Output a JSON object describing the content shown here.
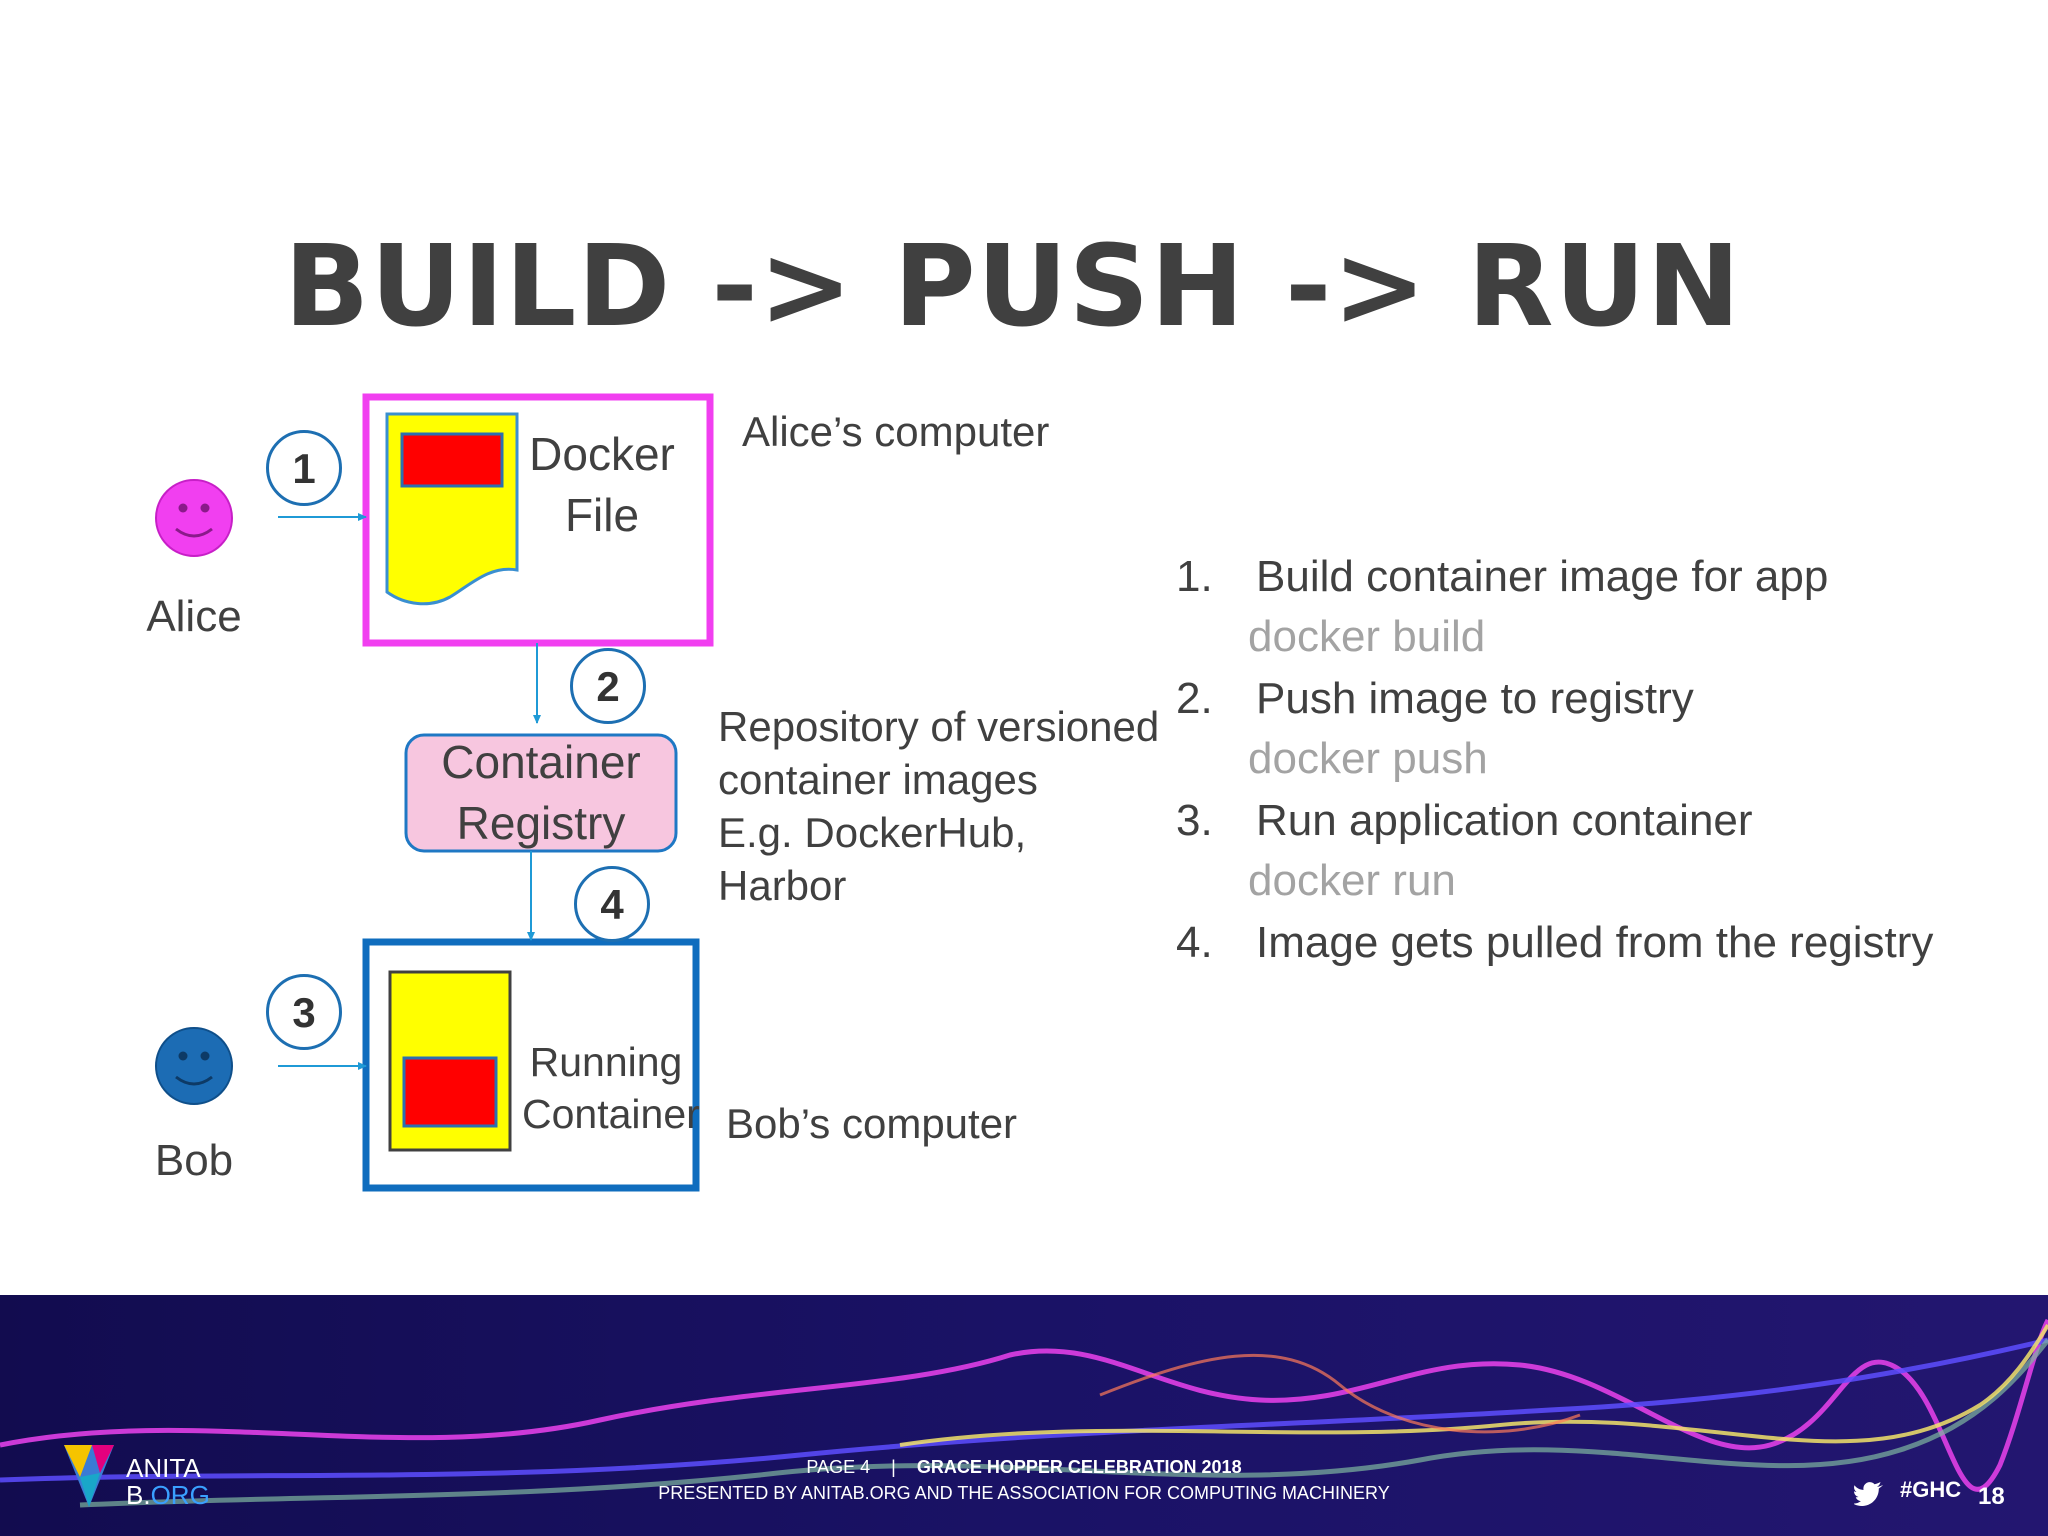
{
  "slide": {
    "title": "BUILD -> PUSH -> RUN"
  },
  "people": {
    "alice": "Alice",
    "bob": "Bob"
  },
  "boxes": {
    "docker_file_line1": "Docker",
    "docker_file_line2": "File",
    "registry_line1": "Container",
    "registry_line2": "Registry",
    "running_line1": "Running",
    "running_line2": "Container"
  },
  "labels": {
    "alice_computer": "Alice’s computer",
    "bob_computer": "Bob’s computer",
    "repository_lines": [
      "Repository of versioned",
      "container images",
      "E.g. DockerHub,",
      "Harbor"
    ]
  },
  "badges": [
    "1",
    "2",
    "4",
    "3"
  ],
  "steps": [
    {
      "num": "1.",
      "text": "Build container image for app",
      "cmd": "docker build"
    },
    {
      "num": "2.",
      "text": "Push image to registry",
      "cmd": "docker push"
    },
    {
      "num": "3.",
      "text": "Run application container",
      "cmd": "docker run"
    },
    {
      "num": "4.",
      "text": "Image gets pulled from the registry",
      "cmd": ""
    }
  ],
  "footer": {
    "logo_line1": "ANITA",
    "logo_line2_a": "B.",
    "logo_line2_b": "ORG",
    "page": "PAGE 4",
    "separator": "|",
    "event": "GRACE HOPPER CELEBRATION 2018",
    "presented": "PRESENTED BY ANITAB.ORG AND THE ASSOCIATION FOR COMPUTING MACHINERY",
    "hashtag": "#GHC",
    "slide_number": "18"
  },
  "colors": {
    "alice_face": "#f13ff0",
    "bob_face": "#1c6cb4",
    "docker_box_border": "#f13ff0",
    "bob_box_border": "#0f6dbe",
    "registry_fill": "#f7c6df",
    "document_fill": "#ffff00",
    "image_fill": "#ff0000",
    "footer_bg": "#1a1266"
  }
}
